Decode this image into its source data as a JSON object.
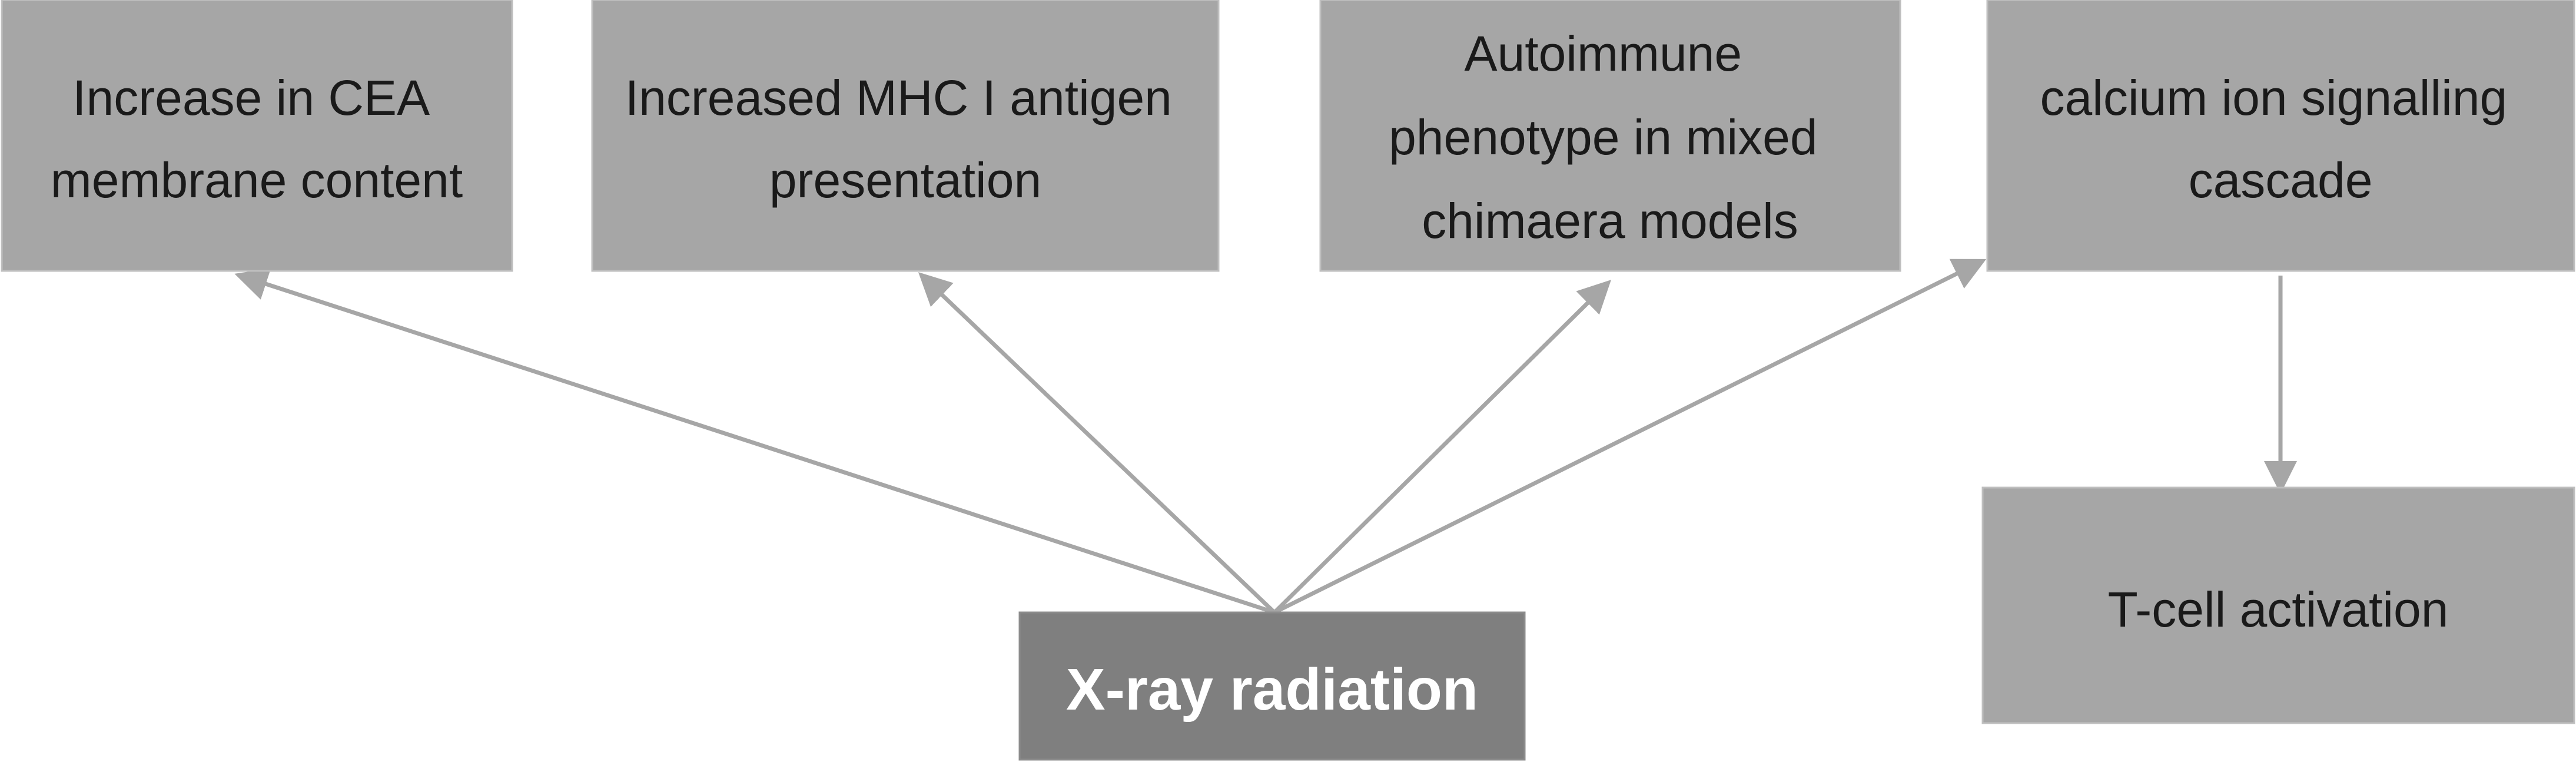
{
  "diagram": {
    "colors": {
      "box_fill": "#a6a6a6",
      "box_stroke": "#bfbfbf",
      "source_fill": "#7f7f7f",
      "arrow": "#a6a6a6",
      "text": "#1a1a1a",
      "source_text": "#ffffff"
    },
    "nodes": {
      "cea": {
        "lines": [
          "Increase in CEA",
          "membrane content"
        ]
      },
      "mhc": {
        "lines": [
          "Increased MHC I antigen",
          "presentation"
        ]
      },
      "autoimmune": {
        "lines": [
          "Autoimmune",
          "phenotype in mixed",
          "chimaera models"
        ]
      },
      "calcium": {
        "lines": [
          "calcium ion signalling",
          "cascade"
        ]
      },
      "tcell": {
        "lines": [
          "T-cell activation"
        ]
      },
      "xray": {
        "lines": [
          "X-ray radiation"
        ]
      }
    },
    "edges": [
      {
        "from": "xray",
        "to": "cea"
      },
      {
        "from": "xray",
        "to": "mhc"
      },
      {
        "from": "xray",
        "to": "autoimmune"
      },
      {
        "from": "xray",
        "to": "calcium"
      },
      {
        "from": "calcium",
        "to": "tcell"
      }
    ]
  }
}
